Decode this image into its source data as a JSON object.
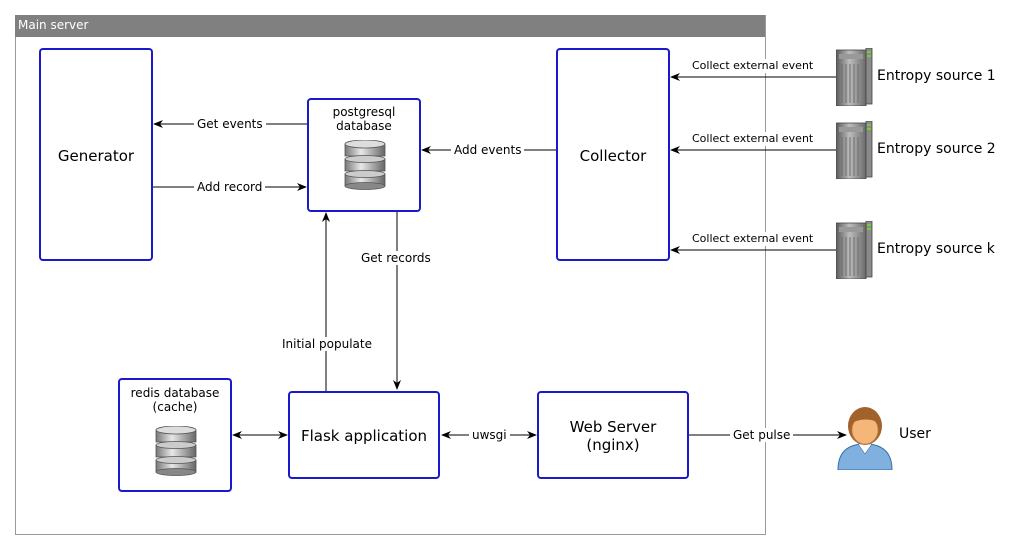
{
  "frame": {
    "title": "Main server"
  },
  "nodes": {
    "generator": "Generator",
    "postgres": {
      "line1": "postgresql",
      "line2": "database"
    },
    "collector": "Collector",
    "redis": {
      "line1": "redis database",
      "line2": "(cache)"
    },
    "flask": "Flask application",
    "webserver": {
      "line1": "Web Server",
      "line2": "(nginx)"
    }
  },
  "external": {
    "sources": [
      "Entropy source 1",
      "Entropy source 2",
      "Entropy source k"
    ],
    "user": "User"
  },
  "edges": {
    "get_events": "Get events",
    "add_record": "Add record",
    "add_events": "Add events",
    "get_records": "Get records",
    "initial_populate": "Initial populate",
    "uwsgi": "uwsgi",
    "get_pulse": "Get pulse",
    "collect_1": "Collect external event",
    "collect_2": "Collect external event",
    "collect_k": "Collect external event"
  },
  "icons": {
    "database": "database-icon",
    "server": "server-icon",
    "user": "user-icon"
  },
  "colors": {
    "box_border": "#1a1acc",
    "frame_header": "#808080",
    "user_skin": "#f5b67a",
    "user_shirt": "#7fb0e0"
  }
}
